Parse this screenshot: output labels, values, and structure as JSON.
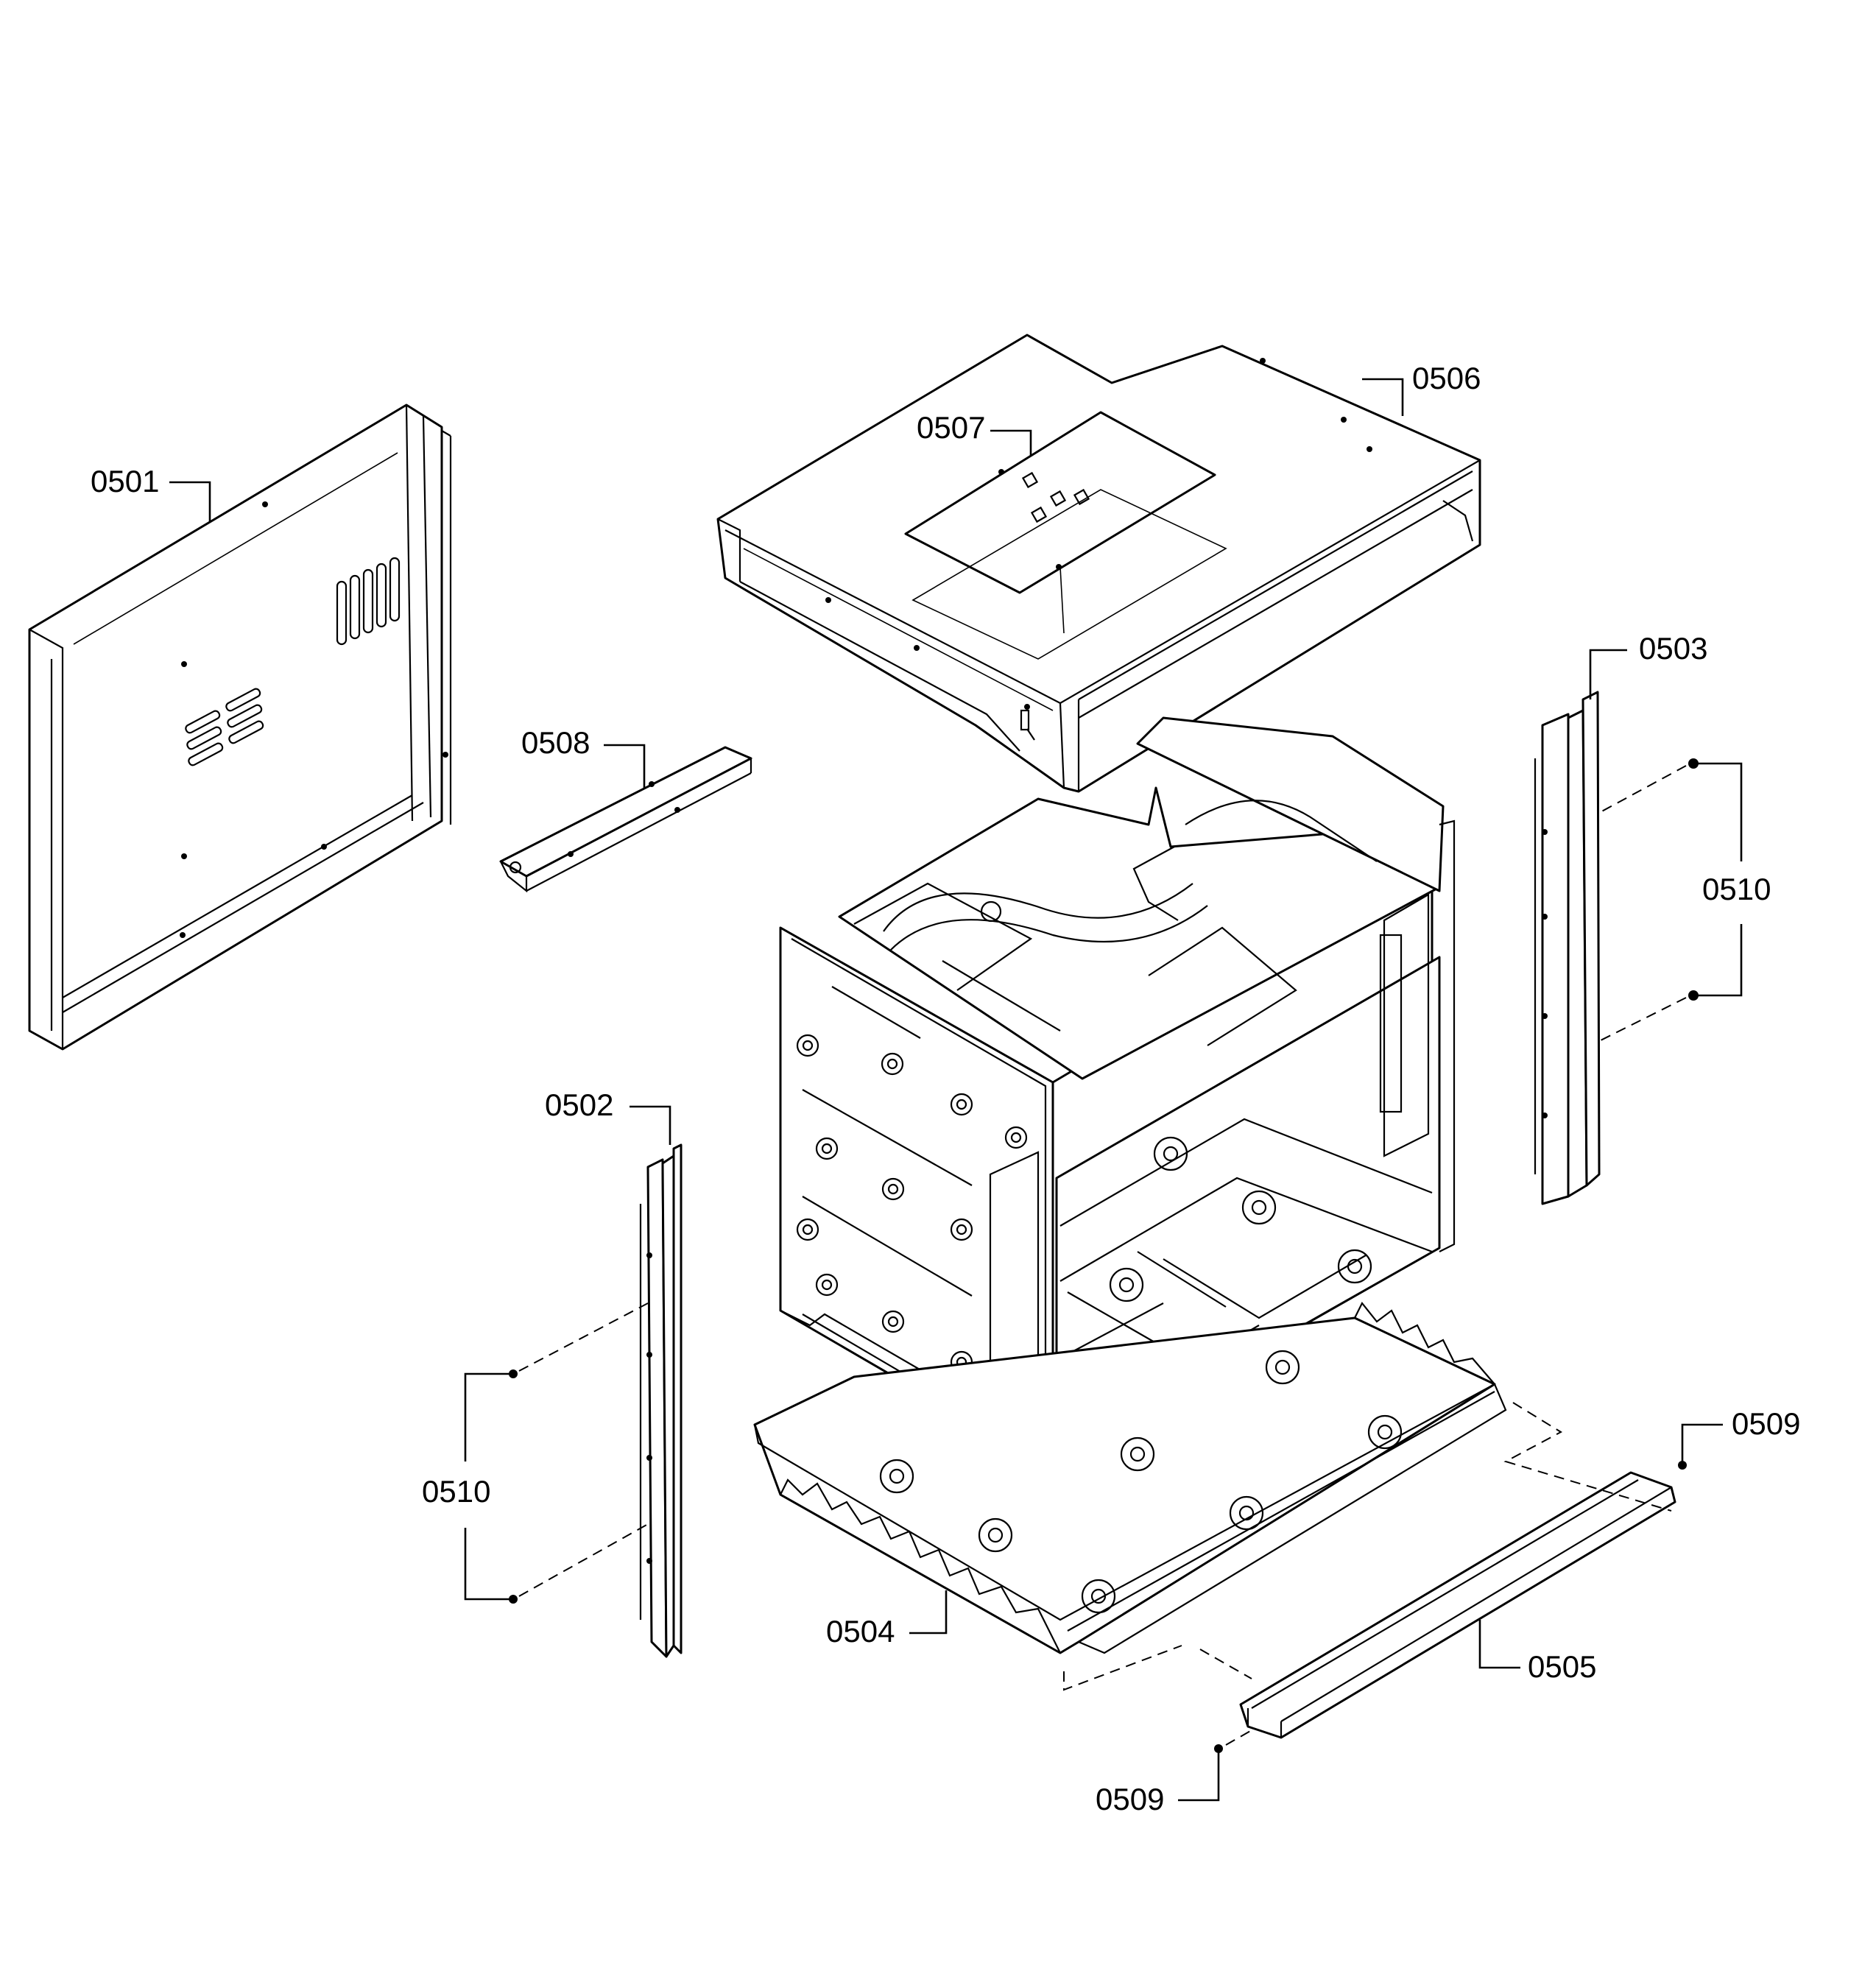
{
  "callouts": {
    "c0501": "0501",
    "c0502": "0502",
    "c0503": "0503",
    "c0504": "0504",
    "c0505": "0505",
    "c0506": "0506",
    "c0507": "0507",
    "c0508": "0508",
    "c0509_top": "0509",
    "c0509_bottom": "0509",
    "c0510_right": "0510",
    "c0510_left": "0510"
  }
}
